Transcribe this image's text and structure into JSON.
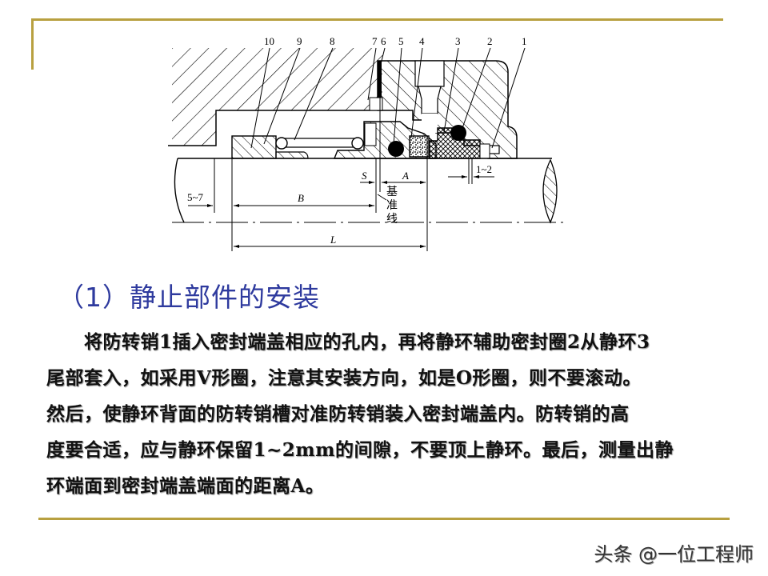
{
  "slide": {
    "accent_color": "#b8a040",
    "title_color": "#2e3a9e"
  },
  "diagram": {
    "part_labels": [
      "10",
      "9",
      "8",
      "7",
      "6",
      "5",
      "4",
      "3",
      "2",
      "1"
    ],
    "dimensions": {
      "s": "S",
      "a": "A",
      "b": "B",
      "l": "L",
      "gap_left": "5~7",
      "gap_right": "1~2"
    },
    "reference_line_label": [
      "基",
      "准",
      "线"
    ]
  },
  "section": {
    "title": "（1）静止部件的安装"
  },
  "paragraph": {
    "lines": [
      "将防转销1插入密封端盖相应的孔内，再将静环辅助密封圈2从静环3",
      "尾部套入，如采用V形圈，注意其安装方向，如是O形圈，则不要滚动。",
      "然后，使静环背面的防转销槽对准防转销装入密封端盖内。防转销的高",
      "度要合适，应与静环保留1~2mm的间隙，不要顶上静环。最后，测量出静",
      "环端面到密封端盖端面的距离A。"
    ]
  },
  "watermark": {
    "text": "头条 @一位工程师"
  }
}
